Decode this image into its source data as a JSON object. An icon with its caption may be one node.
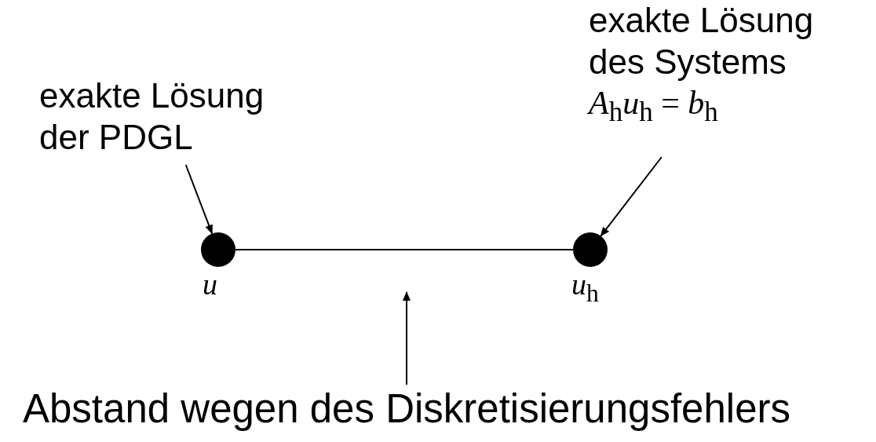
{
  "diagram": {
    "nodes": [
      {
        "text": [
          "exakte Lösung der PDGL"
        ]
      },
      {
        "text": [
          "exakte Lösung des Systems",
          "*A*$_{h}$*u*$_{h}$ = *b*$_{h}$"
        ]
      },
      {
        "text": [],
        "shape": "circle",
        "beside": [
          "u"
        ]
      },
      {
        "text": [],
        "shape": "circle",
        "beside": [
          "*u*$_{h}$"
        ]
      },
      {
        "text": [
          "Abstand wegen des Diskretisierungsfehlers"
        ]
      }
    ],
    "edges": [
      {
        "from": 0,
        "to": 2,
        "arrow": "to"
      },
      {
        "from": 1,
        "to": 3,
        "arrow": "to"
      },
      {
        "from": 2,
        "to": 3,
        "arrow": "none"
      },
      {
        "from": 4,
        "to": null,
        "arrow": "to"
      }
    ]
  }
}
